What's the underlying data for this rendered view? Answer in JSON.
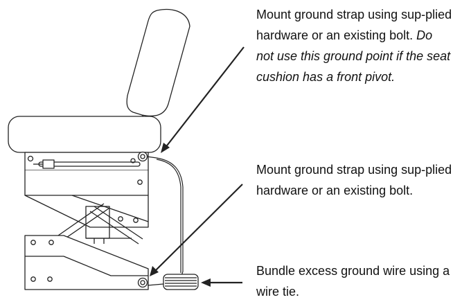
{
  "callouts": {
    "upper": {
      "text": "Mount ground strap using sup-plied hardware or an existing bolt.",
      "note": "Do not use this ground point if the seat cushion has a front pivot."
    },
    "middle": {
      "text": "Mount ground strap using sup-plied hardware or an existing bolt."
    },
    "lower": {
      "text": "Bundle excess ground wire using a wire tie."
    }
  }
}
